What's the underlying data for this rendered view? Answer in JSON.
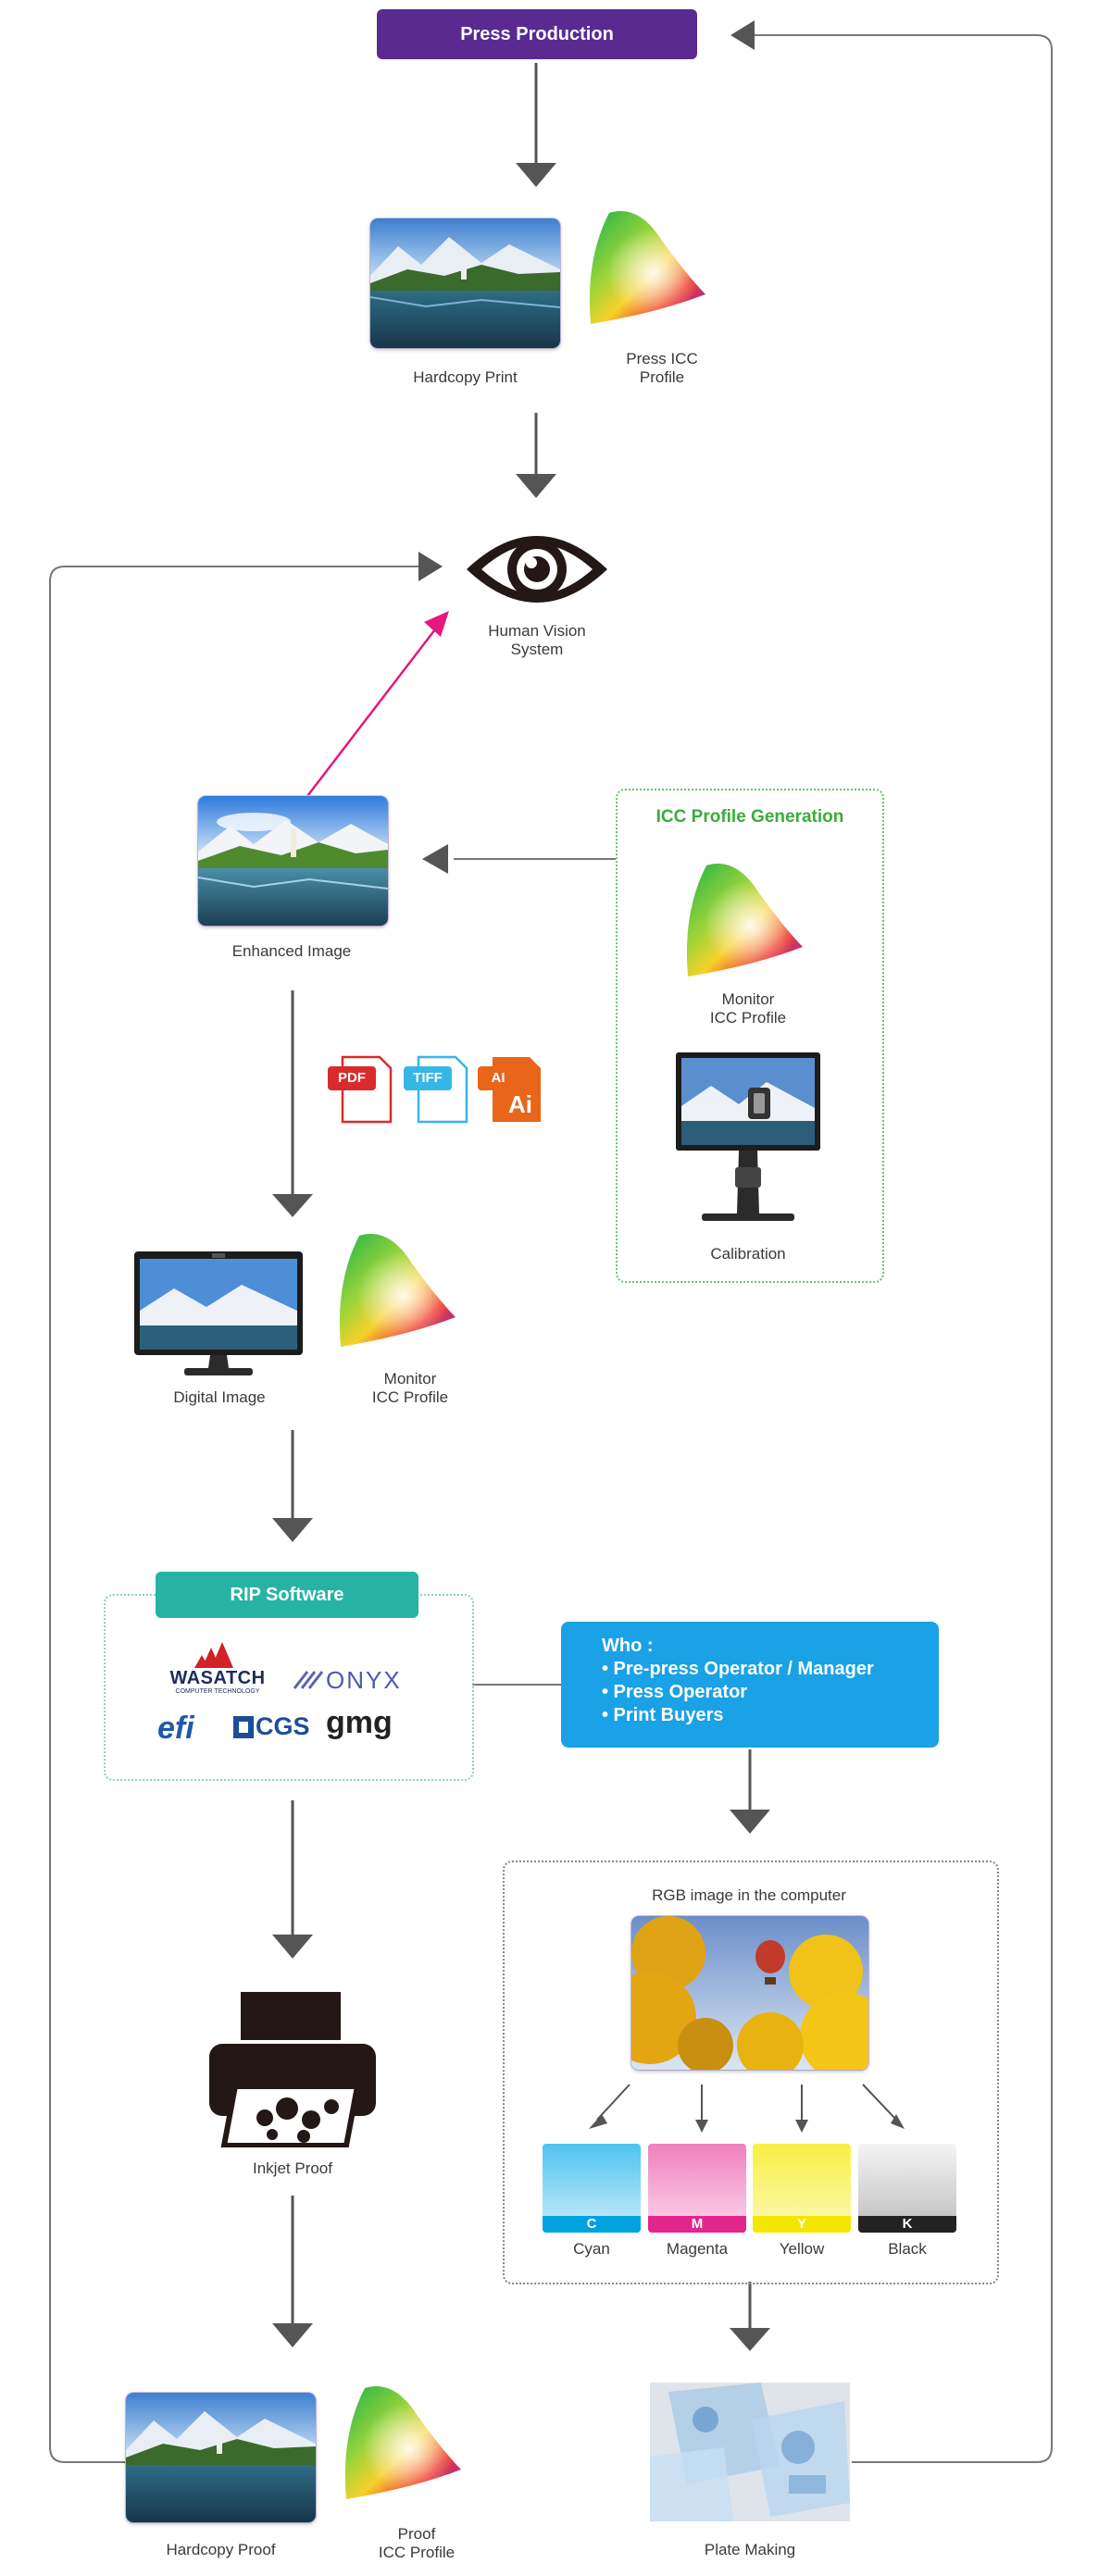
{
  "title": "Press Production",
  "nodes": {
    "hardcopy_print": "Hardcopy Print",
    "press_icc": "Press ICC\nProfile",
    "human_vision": "Human Vision\nSystem",
    "enhanced_image": "Enhanced Image",
    "icc_gen_title": "ICC Profile Generation",
    "monitor_icc_1": "Monitor\nICC Profile",
    "calibration": "Calibration",
    "digital_image": "Digital Image",
    "monitor_icc_2": "Monitor\nICC Profile",
    "rip_software": "RIP Software",
    "inkjet_proof": "Inkjet Proof",
    "hardcopy_proof": "Hardcopy Proof",
    "proof_icc": "Proof\nICC Profile",
    "rgb_title": "RGB image in the computer",
    "plate_making": "Plate Making"
  },
  "file_types": {
    "pdf": "PDF",
    "tiff": "TIFF",
    "ai_badge": "AI",
    "ai_letter": "Ai"
  },
  "who": {
    "heading": "Who :",
    "items": [
      "• Pre-press Operator / Manager",
      "• Press Operator",
      "• Print Buyers"
    ]
  },
  "logos": {
    "wasatch": "WASATCH",
    "wasatch_sub": "COMPUTER TECHNOLOGY",
    "onyx": "ONYX",
    "efi": "efi",
    "cgs": "CGS",
    "gmg": "gmg"
  },
  "channels": [
    {
      "letter": "C",
      "name": "Cyan"
    },
    {
      "letter": "M",
      "name": "Magenta"
    },
    {
      "letter": "Y",
      "name": "Yellow"
    },
    {
      "letter": "K",
      "name": "Black"
    }
  ],
  "colors": {
    "title_bg": "#5b2a91",
    "rip_bg": "#27b3a3",
    "who_bg": "#1aa1e6",
    "icc_green": "#3bab3b",
    "arrow": "#555555",
    "pink_arrow": "#e5187c",
    "cyan": "#00a3e0",
    "magenta": "#e4258b",
    "yellow": "#f4e600",
    "black": "#222222"
  }
}
